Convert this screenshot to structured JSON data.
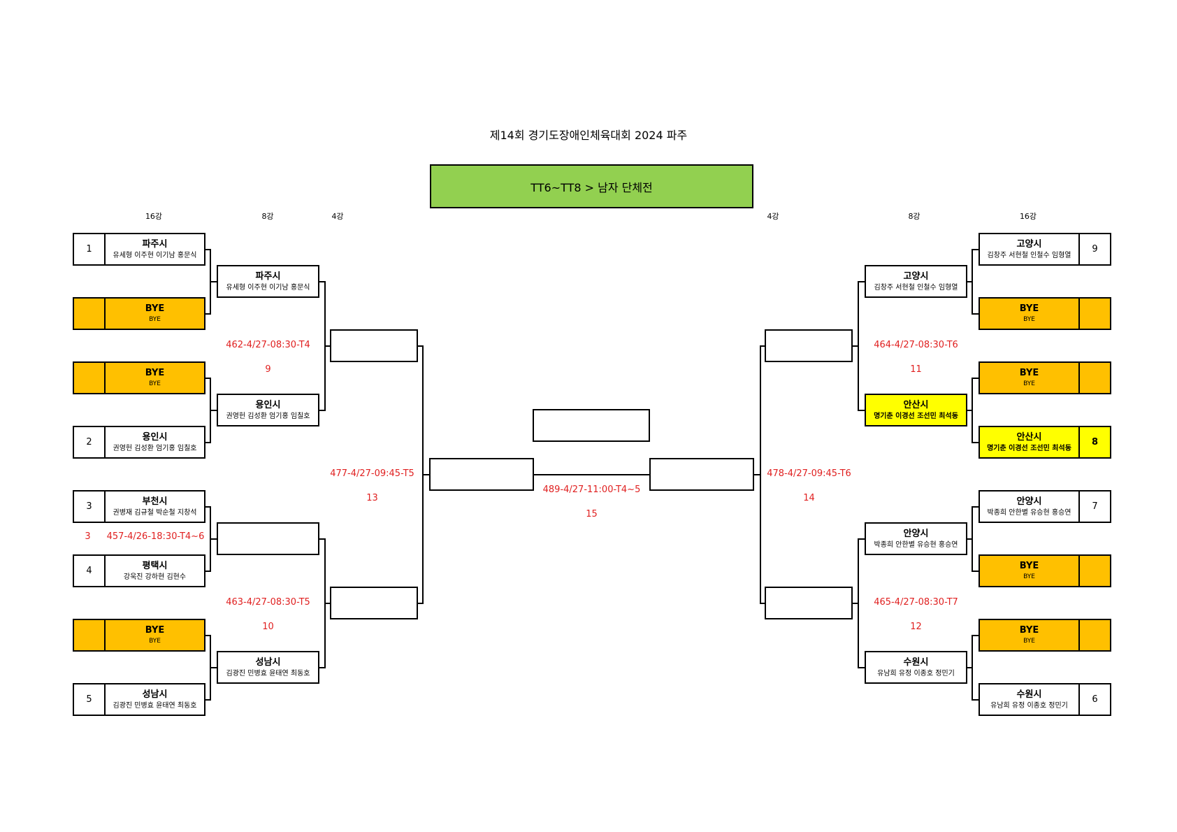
{
  "title": "제14회 경기도장애인체육대회 2024 파주",
  "event": "TT6~TT8 > 남자 단체전",
  "rounds": {
    "left_16": "16강",
    "left_8": "8강",
    "left_4": "4강",
    "right_4": "4강",
    "right_8": "8강",
    "right_16": "16강"
  },
  "left_16": [
    {
      "seed": "1",
      "name": "파주시",
      "players": "유세형 이주현 이기남 홍문식",
      "type": "normal"
    },
    {
      "seed": "",
      "name": "BYE",
      "players": "BYE",
      "type": "bye"
    },
    {
      "seed": "",
      "name": "BYE",
      "players": "BYE",
      "type": "bye"
    },
    {
      "seed": "2",
      "name": "용인시",
      "players": "권영헌 김성환 엄기홍 임칠호",
      "type": "normal"
    },
    {
      "seed": "3",
      "name": "부천시",
      "players": "권병재 김규철 박순철 지창석",
      "type": "normal"
    },
    {
      "seed": "4",
      "name": "평택시",
      "players": "강욱진 강하현 김현수",
      "type": "normal"
    },
    {
      "seed": "",
      "name": "BYE",
      "players": "BYE",
      "type": "bye"
    },
    {
      "seed": "5",
      "name": "성남시",
      "players": "김광진 민병효 윤태연 최동호",
      "type": "normal"
    }
  ],
  "left_8": [
    {
      "name": "파주시",
      "players": "유세형 이주현 이기남 홍문식"
    },
    {
      "name": "용인시",
      "players": "권영헌 김성환 엄기홍 임칠호"
    },
    {
      "name": "",
      "players": ""
    },
    {
      "name": "성남시",
      "players": "김광진 민병효 윤태연 최동호"
    }
  ],
  "right_16": [
    {
      "seed": "9",
      "name": "고양시",
      "players": "김창주 서현철 인철수 임형열",
      "type": "normal"
    },
    {
      "seed": "",
      "name": "BYE",
      "players": "BYE",
      "type": "bye"
    },
    {
      "seed": "",
      "name": "BYE",
      "players": "BYE",
      "type": "bye"
    },
    {
      "seed": "8",
      "name": "안산시",
      "players": "명기춘 이경선 조선민 최석동",
      "type": "highlight"
    },
    {
      "seed": "7",
      "name": "안양시",
      "players": "박종희 안한별 유승현 홍승연",
      "type": "normal"
    },
    {
      "seed": "",
      "name": "BYE",
      "players": "BYE",
      "type": "bye"
    },
    {
      "seed": "",
      "name": "BYE",
      "players": "BYE",
      "type": "bye"
    },
    {
      "seed": "6",
      "name": "수원시",
      "players": "유남희 유정 이종호 정민기",
      "type": "normal"
    }
  ],
  "right_8": [
    {
      "name": "고양시",
      "players": "김창주 서현철 인철수 임형열",
      "type": "normal"
    },
    {
      "name": "안산시",
      "players": "명기춘 이경선 조선민 최석동",
      "type": "highlight"
    },
    {
      "name": "안양시",
      "players": "박종희 안한별 유승현 홍승연",
      "type": "normal"
    },
    {
      "name": "수원시",
      "players": "유남희 유정 이종호 정민기",
      "type": "normal"
    }
  ],
  "matches": {
    "m457": {
      "info": "457-4/26-18:30-T4~6",
      "num": "3"
    },
    "m462": {
      "info": "462-4/27-08:30-T4",
      "num": "9"
    },
    "m463": {
      "info": "463-4/27-08:30-T5",
      "num": "10"
    },
    "m464": {
      "info": "464-4/27-08:30-T6",
      "num": "11"
    },
    "m465": {
      "info": "465-4/27-08:30-T7",
      "num": "12"
    },
    "m477": {
      "info": "477-4/27-09:45-T5",
      "num": "13"
    },
    "m478": {
      "info": "478-4/27-09:45-T6",
      "num": "14"
    },
    "m489": {
      "info": "489-4/27-11:00-T4~5",
      "num": "15"
    }
  },
  "colors": {
    "bye": "#ffc000",
    "highlight": "#ffff00",
    "event_bg": "#92d050",
    "match_text": "#e02020"
  }
}
